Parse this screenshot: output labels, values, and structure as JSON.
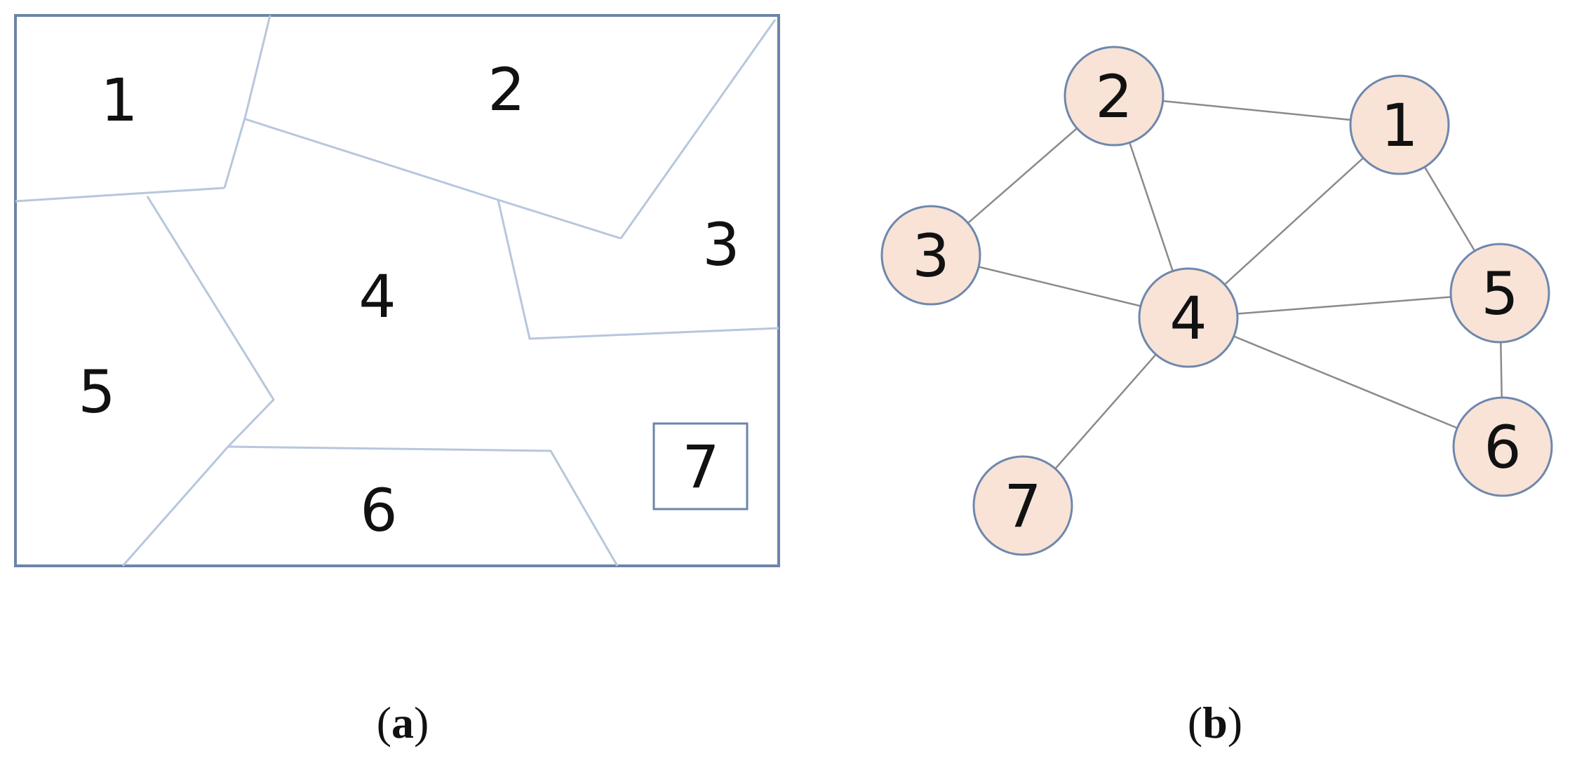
{
  "panel_a": {
    "regions": [
      {
        "id": "1",
        "label": "1"
      },
      {
        "id": "2",
        "label": "2"
      },
      {
        "id": "3",
        "label": "3"
      },
      {
        "id": "4",
        "label": "4"
      },
      {
        "id": "5",
        "label": "5"
      },
      {
        "id": "6",
        "label": "6"
      },
      {
        "id": "7",
        "label": "7"
      }
    ],
    "caption": {
      "open": "(",
      "letter": "a",
      "close": ")"
    }
  },
  "panel_b": {
    "nodes": [
      {
        "id": "1",
        "label": "1"
      },
      {
        "id": "2",
        "label": "2"
      },
      {
        "id": "3",
        "label": "3"
      },
      {
        "id": "4",
        "label": "4"
      },
      {
        "id": "5",
        "label": "5"
      },
      {
        "id": "6",
        "label": "6"
      },
      {
        "id": "7",
        "label": "7"
      }
    ],
    "edges": [
      [
        "2",
        "1"
      ],
      [
        "2",
        "3"
      ],
      [
        "2",
        "4"
      ],
      [
        "1",
        "4"
      ],
      [
        "1",
        "5"
      ],
      [
        "3",
        "4"
      ],
      [
        "4",
        "5"
      ],
      [
        "4",
        "6"
      ],
      [
        "4",
        "7"
      ],
      [
        "5",
        "6"
      ]
    ],
    "caption": {
      "open": "(",
      "letter": "b",
      "close": ")"
    }
  },
  "colors": {
    "map_frame": "#6d84a8",
    "map_boundary": "#b7c7dc",
    "node_fill": "#f8e3d6",
    "node_stroke": "#6e87ad",
    "edge": "#8a8a8a"
  }
}
